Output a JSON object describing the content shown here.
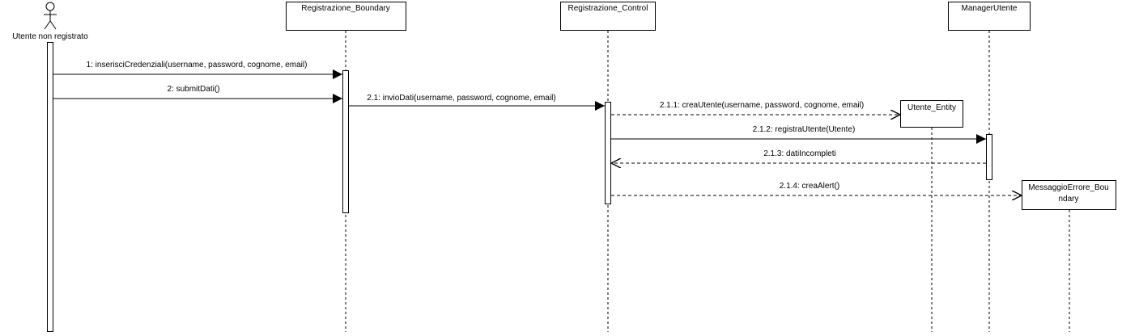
{
  "actor": {
    "label": "Utente non registrato"
  },
  "participants": [
    {
      "id": "boundary",
      "label": "Registrazione_Boundary"
    },
    {
      "id": "control",
      "label": "Registrazione_Control"
    },
    {
      "id": "manager",
      "label": "ManagerUtente"
    },
    {
      "id": "entity",
      "label": "Utente_Entity"
    },
    {
      "id": "errore",
      "label_line1": "MessaggioErrore_Bou",
      "label_line2": "ndary"
    }
  ],
  "messages": [
    {
      "id": "m1",
      "text": "1: inserisciCredenziali(username, password, cognome, email)"
    },
    {
      "id": "m2",
      "text": "2: submitDati()"
    },
    {
      "id": "m21",
      "text": "2.1: invioDati(username, password, cognome, email)"
    },
    {
      "id": "m211",
      "text": "2.1.1: creaUtente(username, password, cognome, email)"
    },
    {
      "id": "m212",
      "text": "2.1.2: registraUtente(Utente)"
    },
    {
      "id": "m213",
      "text": "2.1.3: datiIncompleti"
    },
    {
      "id": "m214",
      "text": "2.1.4: creaAlert()"
    }
  ]
}
